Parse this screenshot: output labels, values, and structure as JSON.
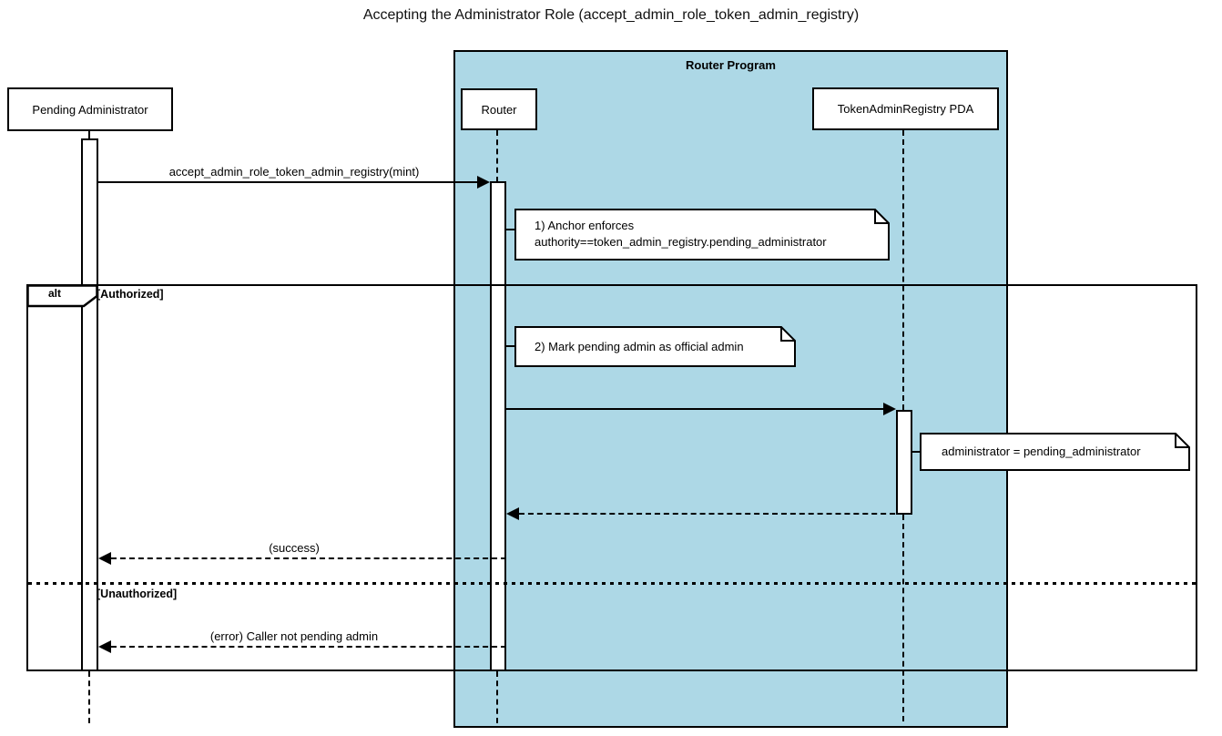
{
  "title": "Accepting the Administrator Role (accept_admin_role_token_admin_registry)",
  "colors": {
    "program_background": "#ADD8E6",
    "line": "#000000",
    "participant_background": "#FFFFFF"
  },
  "program": {
    "label": "Router Program"
  },
  "participants": {
    "pending_admin": {
      "label": "Pending Administrator"
    },
    "router": {
      "label": "Router"
    },
    "registry_pda": {
      "label": "TokenAdminRegistry PDA"
    }
  },
  "messages": {
    "call": {
      "label": "accept_admin_role_token_admin_registry(mint)",
      "style": "solid-arrow"
    },
    "router_to_pda": {
      "label": "",
      "style": "solid-arrow"
    },
    "pda_return": {
      "label": "",
      "style": "dashed-arrow"
    },
    "success": {
      "label": "(success)",
      "style": "dashed-arrow"
    },
    "error": {
      "label": "(error) Caller not pending admin",
      "style": "dashed-arrow"
    }
  },
  "notes": {
    "anchor_enforces": {
      "text": "1) Anchor enforces\nauthority==token_admin_registry.pending_administrator"
    },
    "mark_admin": {
      "text": "2) Mark pending admin as official admin"
    },
    "set_admin": {
      "text": "administrator = pending_administrator"
    }
  },
  "alt_frame": {
    "operator": "alt",
    "guard_authorized": "[Authorized]",
    "guard_unauthorized": "[Unauthorized]"
  }
}
